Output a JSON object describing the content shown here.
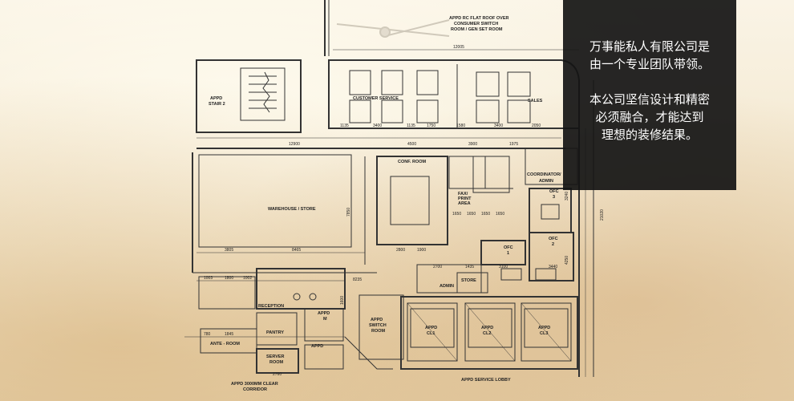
{
  "info": {
    "p1_l1": "万事能私人有限公司是",
    "p1_l2": "由一个专业团队带领。",
    "p2_l1": "本公司坚信设计和精密",
    "p2_l2": "必须融合，才能达到",
    "p2_l3": "理想的装修结果。"
  },
  "plan": {
    "roof_l1": "APPD RC FLAT ROOF OVER",
    "roof_l2": "CONSUMER SWITCH",
    "roof_l3": "ROOM / GEN SET ROOM",
    "stair_l1": "APPD",
    "stair_l2": "STAIR 2",
    "customer_service": "CUSTOMER SERVICE",
    "sales": "SALES",
    "conf_room": "CONF. ROOM",
    "warehouse": "WAREHOUSE / STORE",
    "fax_l1": "FAX/",
    "fax_l2": "PRINT",
    "fax_l3": "AREA",
    "coordinator_l1": "COORDINATOR/",
    "coordinator_l2": "ADMIN",
    "ofc3_l1": "OFC",
    "ofc3_l2": "3",
    "ofc1_l1": "OFC",
    "ofc1_l2": "1",
    "ofc2_l1": "OFC",
    "ofc2_l2": "2",
    "reception": "RECEPTION",
    "admin": "ADMIN",
    "store": "STORE",
    "appd_m_l1": "APPD",
    "appd_m_l2": "M",
    "switch_l1": "APPD",
    "switch_l2": "SWITCH",
    "switch_l3": "ROOM",
    "pantry": "PANTRY",
    "appd_f": "APPD",
    "ante_room": "ANTE - ROOM",
    "server_l1": "SERVER",
    "server_l2": "ROOM",
    "cl1_l1": "APPD",
    "cl1_l2": "CL1",
    "cl2_l1": "APPD",
    "cl2_l2": "CL2",
    "cl3_l1": "APPD",
    "cl3_l2": "CL3",
    "corridor_l1": "APPD 3000MM CLEAR",
    "corridor_l2": "CORRIDOR",
    "lobby": "APPD SERVICE LOBBY",
    "d_12005": "12005",
    "d_1135a": "1135",
    "d_3400a": "3400",
    "d_1135b": "1135",
    "d_1750": "1750",
    "d_1580": "1580",
    "d_3400b": "3400",
    "d_2050": "2050",
    "d_4500": "4500",
    "d_3900": "3900",
    "d_1975": "1975",
    "d_12900": "12900",
    "d_7850": "7850",
    "d_3805": "3805",
    "d_8465": "8465",
    "d_2800": "2800",
    "d_1900": "1900",
    "d_1003": "1003",
    "d_1800": "1800",
    "d_1002": "1002",
    "d_8235": "8235",
    "d_2700": "2700",
    "d_1435": "1435",
    "d_3100": "3100",
    "d_3440": "3440",
    "d_1650a": "1650",
    "d_1650b": "1650",
    "d_1650c": "1650",
    "d_1650d": "1650",
    "d_21020": "21020",
    "d_3240": "3240",
    "d_4250": "4250",
    "d_2760": "2760",
    "d_1845": "1845",
    "d_780": "780",
    "d_1600": "1600"
  }
}
